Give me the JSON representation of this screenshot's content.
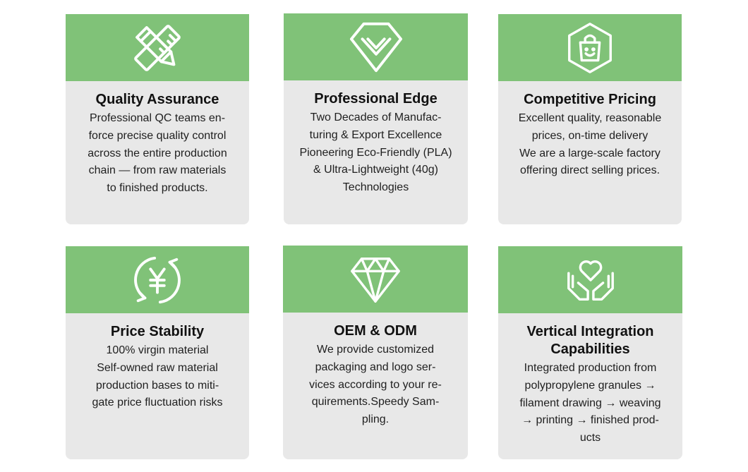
{
  "colors": {
    "header_green": "#80c278",
    "card_gray": "#e8e8e8",
    "icon_white": "#ffffff"
  },
  "cards": [
    {
      "icon": "pencil-ruler-icon",
      "title": "Quality Assurance",
      "lines": [
        "Professional QC teams en-",
        "force precise quality control",
        "across the entire production",
        "chain — from raw materials",
        "to finished products."
      ]
    },
    {
      "icon": "shield-check-icon",
      "title": "Professional Edge",
      "lines": [
        "Two Decades of Manufac-",
        "turing & Export Excellence",
        "Pioneering Eco-Friendly (PLA)",
        "& Ultra-Lightweight (40g)",
        "Technologies"
      ]
    },
    {
      "icon": "shopping-bag-icon",
      "title": "Competitive Pricing",
      "lines": [
        "Excellent quality, reasonable",
        "prices, on-time delivery",
        "We are a large-scale factory",
        "offering direct selling prices."
      ]
    },
    {
      "icon": "yen-cycle-icon",
      "title": "Price Stability",
      "lines": [
        "100% virgin material",
        "Self-owned raw material",
        "production bases to miti-",
        "gate price fluctuation risks"
      ]
    },
    {
      "icon": "diamond-icon",
      "title": "OEM & ODM",
      "lines": [
        "We provide customized",
        "packaging and logo ser-",
        "vices according to your re-",
        "quirements.Speedy Sam-",
        "pling."
      ]
    },
    {
      "icon": "heart-hands-icon",
      "title_lines": [
        "Vertical Integration",
        "Capabilities"
      ],
      "lines": [
        "Integrated production from",
        "polypropylene granules →",
        "filament drawing → weaving",
        "→ printing → finished prod-",
        "ucts"
      ]
    }
  ]
}
